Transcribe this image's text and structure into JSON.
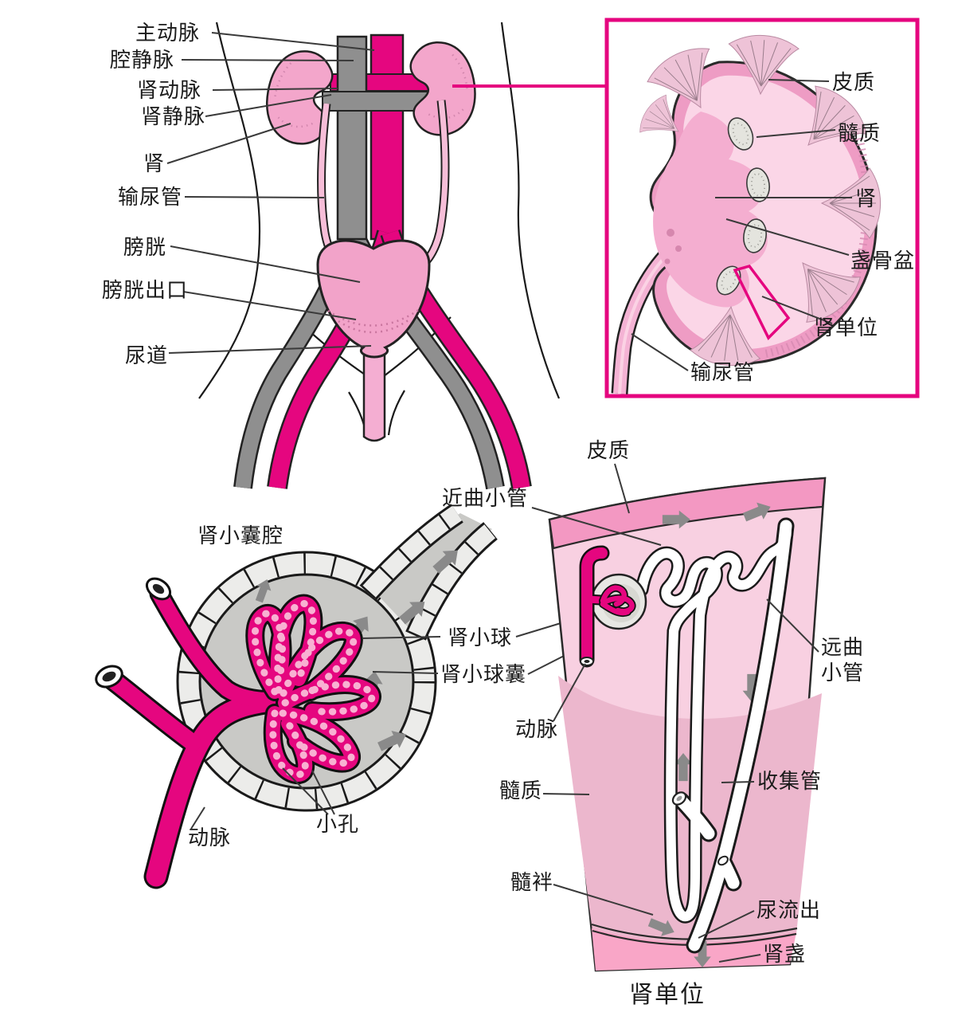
{
  "figure": {
    "subject": "urinary-system-and-kidney-anatomy-diagram",
    "language": "zh"
  },
  "colors": {
    "magenta": "#e5067f",
    "kidney_pink": "#f3a6cb",
    "pale_pink": "#fbd6e7",
    "vessel_gray": "#8f8f8f",
    "capsule_gray": "#c9c9c6",
    "cell_gray": "#ececea",
    "cortex_pink": "#f8d0e1",
    "medulla_pink": "#ecb7cd",
    "band_pink": "#f398c2",
    "calyx_strip_pink": "#f9a6c7",
    "leader_line": "#3a3a3a"
  },
  "urinary": {
    "labels": {
      "aorta": "主动脉",
      "vena_cava": "腔静脉",
      "renal_artery": "肾动脉",
      "renal_vein": "肾静脉",
      "kidney": "肾",
      "ureter": "输尿管",
      "bladder": "膀胱",
      "bladder_outlet": "膀胱出口",
      "urethra": "尿道"
    }
  },
  "kidney_section": {
    "labels": {
      "cortex": "皮质",
      "medulla": "髓质",
      "kidney": "肾",
      "calyx_pelvis": "盏骨盆",
      "nephron": "肾单位",
      "ureter": "输尿管"
    }
  },
  "glomerulus": {
    "labels": {
      "capsule_space": "肾小囊腔",
      "artery": "动脉",
      "pores": "小孔",
      "glomerulus": "肾小球",
      "glomerular_capsule": "肾小球囊"
    }
  },
  "nephron": {
    "labels": {
      "cortex": "皮质",
      "proximal_tubule": "近曲小管",
      "distal_tubule_line1": "远曲",
      "distal_tubule_line2": "小管",
      "artery": "动脉",
      "medulla": "髓质",
      "collecting_duct": "收集管",
      "medullary_loop": "髓袢",
      "urine_outflow": "尿流出",
      "renal_calyx": "肾盏",
      "nephron_title": "肾单位"
    }
  }
}
